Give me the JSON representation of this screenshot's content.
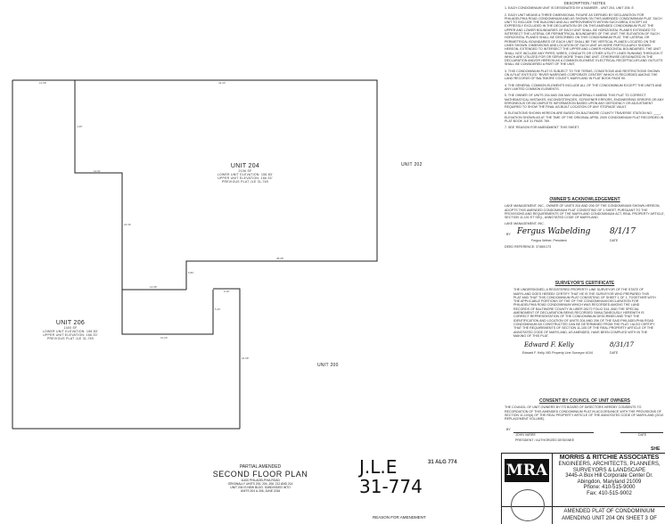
{
  "plan": {
    "units": [
      {
        "name": "UNIT 204",
        "area": "2106 SF",
        "lines": [
          "LOWER UNIT ELEVATION: 156.83'",
          "UPPER UNIT ELEVATION: 166.33'",
          "PREVIOUS PLAT JLE 31-769"
        ]
      },
      {
        "name": "UNIT 206",
        "area": "1400 SF",
        "lines": [
          "LOWER UNIT ELEVATION: 156.83'",
          "UPPER UNIT ELEVATION: 166.33'",
          "PREVIOUS PLAT JLE 31-769"
        ]
      },
      {
        "name": "UNIT 202"
      },
      {
        "name": "UNIT 200"
      }
    ],
    "dimensions": [
      "13.68'",
      "42.34'",
      "4.35'",
      "12.61'",
      "23.36'",
      "38.08'",
      "5.80'",
      "12.68'",
      "6.18'",
      "5.40'",
      "10.26'",
      "24.68'"
    ]
  },
  "title": {
    "line1": "PARTIAL AMENDED",
    "line2": "SECOND FLOOR PLAN",
    "details": [
      "11400 PHILADELPHIA ROAD",
      "ORIGINALLY UNITS 200, 204, 206, 212 AND 214",
      "UNIT 204 IS NEW BLDG. SUBDIVIDED INTO",
      "UNITS 204 & 206, JUNE 2016"
    ]
  },
  "handwriting": {
    "line1": "J.L.E",
    "line2": "31-774"
  },
  "recording_stamp": "31 ALG 774",
  "reason": "REASON FOR AMENDMENT",
  "notes": {
    "heading": "DESCRIPTION / NOTES",
    "items": [
      "1. EACH CONDOMINIUM UNIT IS DESIGNATED BY A NUMBER - UNIT 204, UNIT 206. E",
      "2. EACH UNIT MEANS A THREE DIMENSIONAL FIGURE AS DEFINED BY DECLARATION FOR PHILADELPHIA ROAD CONDOMINIUM AND AS SHOWN ON THIS AMENDED CONDOMINIUM PLAT. SUCH UNIT TO INCLUDE THE BUILDING AND ALL IMPROVEMENTS WITHIN SUCH AREA, EXCEPT AS EXPRESSLY EXCLUDED IN THE DECLARATION OR ON THIS AMENDED CONDOMINIUM PLAT. THE UPPER AND LOWER BOUNDARIES OF EACH UNIT SHALL BE HORIZONTAL PLANES EXTENDED TO INTERSECT THE LATERAL OR PERIMETRICAL BOUNDARIES OF THE UNIT. THE ELEVATION OF SUCH HORIZONTAL PLANES SHALL BE DESCRIBED ON THIS CONDOMINIUM PLAT. THE LATERAL OR PERIMETRICAL BOUNDARIES OF EACH UNIT SHALL BE THE VERTICAL PLANES LOCATED ON THE LINES SHOWN. DIMENSIONS AND LOCATION OF SUCH UNIT AS MORE PARTICULARLY SHOWN HEREON, EXTENDED TO INTERSECT THE UPPER AND LOWER HORIZONTAL BOUNDARIES. THE UNIT SHALL NOT INCLUDE ANY PIPES, WIRES, CONDUITS OR OTHER UTILITY LINES RUNNING THROUGH IT WHICH ARE UTILIZED FOR OR SERVE MORE THAN ONE UNIT. OTHERWISE DESIGNATED IN THE DECLARATION AND/OR HEREON AS A COMMON ELEMENT. ELECTRICAL RECEPTACLES AND OUTLETS SHALL BE CONSIDERED A PART OF THE UNIT.",
      "3. THIS CONDOMINIUM PLAT IS SUBJECT TO THE TERMS, CONDITIONS AND RESTRICTIONS SHOWN ON A PLAT ENTITLED \"RIVER NARROWS CORPORATE CENTER\" WHICH IS RECORDED AMONG THE LAND RECORDS OF BALTIMORE COUNTY, MARYLAND IN PLAT BOOK PAGE 90.",
      "4. THE GENERAL COMMON ELEMENTS INCLUDE ALL OF THE CONDOMINIUM EXCEPT THE UNITS AND ANY LIMITED COMMON ELEMENTS.",
      "5. THE OWNER OF UNITS 204 AND 206 MAY UNILATERALLY AMEND THIS PLAT TO CORRECT MATHEMATICAL MISTAKES, INCONSISTENCIES, SCRIVENER ERRORS, ENGINEERING ERRORS OR ANY ERRONEOUS OR INCOMPLETE INFORMATION BASED UPON ANY DEFICIENCY OR ADJUSTMENT REQUIRED TO SHOW THE FINAL AS-BUILT LOCATION OF ANY STORAGE VAULT.",
      "6. ELEVATIONS SHOWN HEREON ARE BASED ON BALTIMORE COUNTY TRAVERSE STATION NO. ____. ELEVATION SHOWN AS AT THE TIME OF THE ORIGINAL APRIL 2009 CONDOMINIUM PLAT RECORDED IN PLAT BOOK JLE 31 PAGE 769.",
      "7. SEE 'REASON FOR AMENDMENT' THIS SHEET."
    ]
  },
  "owners": {
    "heading": "OWNER'S ACKNOWLEDGEMENT",
    "text": "LAKE MANAGEMENT, INC., OWNER OF UNITS 204 AND 206 OF THE CONDOMINIUM SHOWN HEREON, ADOPTS THIS AMENDED CONDOMINIUM PLAT CONSISTING OF 1 SHEET, PURSUANT TO THE PROVISIONS AND REQUIREMENTS OF THE MARYLAND CONDOMINIUM ACT, REAL PROPERTY ARTICLE, SECTION 11-101 ET SEQ., ANNOTATED CODE OF MARYLAND.",
    "company": "LAKE MANAGEMENT, INC.",
    "by": "BY",
    "signature": "Fergus Wabelding",
    "date_signed": "8/1/17",
    "signer": "Fergus Weber, President",
    "date_label": "DATE",
    "deed_ref": "DEED REFERENCE: 37460/173"
  },
  "surveyor": {
    "heading": "SURVEYOR'S CERTIFICATE",
    "text": "THE UNDERSIGNED, A REGISTERED PROPERTY LINE SURVEYOR OF THE STATE OF MARYLAND DOES HEREBY CERTIFY THAT HE IS THE SURVEYOR WHO PREPARED THIS PLAT AND THAT THIS CONDOMINIUM PLAT CONSISTING OF SHEET 1 OF 1, TOGETHER WITH THE APPLICABLE PORTIONS OF THE OF THE CONDOMINIUM DECLARATION FOR PHILADELPHIA ROAD CONDOMINIUM WHICH WAS RECORDED AMONG THE LAND RECORDS OF BALTIMORE COUNTY IN LIBER 28172 FOLIO 514, AND THE SPECIAL AMENDMENT OF DECLARATION BEING RECORDED SIMULTANEOUSLY HEREWITH IS CORRECT REPRESENTATION OF THE CONDOMINIUM DESCRIBED AND THAT THE IDENTIFICATION AND LOCATION OF UNITS 204 AND 206 OF THE SAID PHILADELPHIA ROAD CONDOMINIUM AS CONSTRUCTED CAN BE DETERMINED FROM THE PLAT. I ALSO CERTIFY THAT THE REQUIREMENTS OF SECTION 11-105 OF THE REAL PROPERTY ARTICLE OF THE ANNOTATED CODE OF MARYLAND, AS AMENDED, HAVE BEEN COMPLIED WITH IN THE MAKING OF THIS PLAT.",
    "signature": "Edward F. Kelly",
    "date_signed": "8/31/17",
    "signer": "Edward F. Kelly, MD Property Line Surveyor #104",
    "date_label": "DATE"
  },
  "council": {
    "heading": "CONSENT BY COUNCIL OF UNIT OWNERS",
    "text": "THE COUNCIL OF UNIT OWNERS BY ITS BOARD OF DIRECTORS HEREBY CONSENTS TO RECORDATION OF THIS AMENDED CONDOMINIUM PLAT IN ACCORDANCE WITH THE PROVISIONS OF SECTION 11-103(d) OF THE REAL PROPERTY ARTICLE OF THE ANNOTATED CODE OF MARYLAND (2010 REPLACEMENT VOLUME).",
    "by": "BY",
    "signer": "JOHN VARRE",
    "role": "PRESIDENT / AUTHORIZED DESIGNEE",
    "date_label": "DATE"
  },
  "title_block": {
    "sheet_label": "SHE",
    "logo": "MRA",
    "company": "MORRIS & RITCHIE ASSOCIATES",
    "services": "ENGINEERS, ARCHITECTS, PLANNERS, SURVEYORS & LANDSCAPE",
    "address": [
      "3445-A Box Hill Corporate Center Dr.",
      "Abingdon, Maryland 21009",
      "Phone: 410-515-9000",
      "Fax: 410-515-9002"
    ],
    "plat_title": [
      "AMENDED PLAT OF CONDOMINIUM",
      "AMENDING UNIT 204 ON SHEET 3 OF"
    ]
  }
}
